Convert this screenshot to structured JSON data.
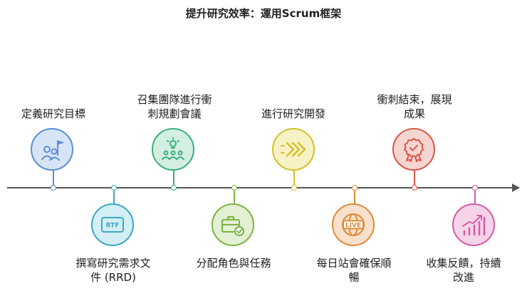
{
  "title": "提升研究效率：運用Scrum框架",
  "steps": [
    {
      "label": "定義研究目標",
      "icon": "team-goal-icon",
      "color": "#5b8fd6",
      "fill": "#d7e4f6"
    },
    {
      "label": "撰寫研究需求文\n件 (RRD)",
      "icon": "rtf-document-icon",
      "color": "#3aa9c7",
      "fill": "#d4eef5"
    },
    {
      "label": "召集團隊進行衝\n刺規劃會議",
      "icon": "lightbulb-team-icon",
      "color": "#3db07a",
      "fill": "#d3efe1"
    },
    {
      "label": "分配角色與任務",
      "icon": "briefcase-check-icon",
      "color": "#7cb342",
      "fill": "#e3f0d3"
    },
    {
      "label": "進行研究開發",
      "icon": "forward-chevrons-icon",
      "color": "#d4c02a",
      "fill": "#f7f1c6"
    },
    {
      "label": "每日站會確保順\n暢",
      "icon": "live-globe-icon",
      "color": "#e08a3a",
      "fill": "#f8e1cc"
    },
    {
      "label": "衝刺結束，展現\n成果",
      "icon": "award-ribbon-icon",
      "color": "#d9574a",
      "fill": "#f6d5d1"
    },
    {
      "label": "收集反饋，持續\n改進",
      "icon": "growth-chart-icon",
      "color": "#d85aa8",
      "fill": "#f5d4e8"
    }
  ],
  "icon_texts": {
    "rtf": "RTF",
    "live": "LIVE"
  }
}
